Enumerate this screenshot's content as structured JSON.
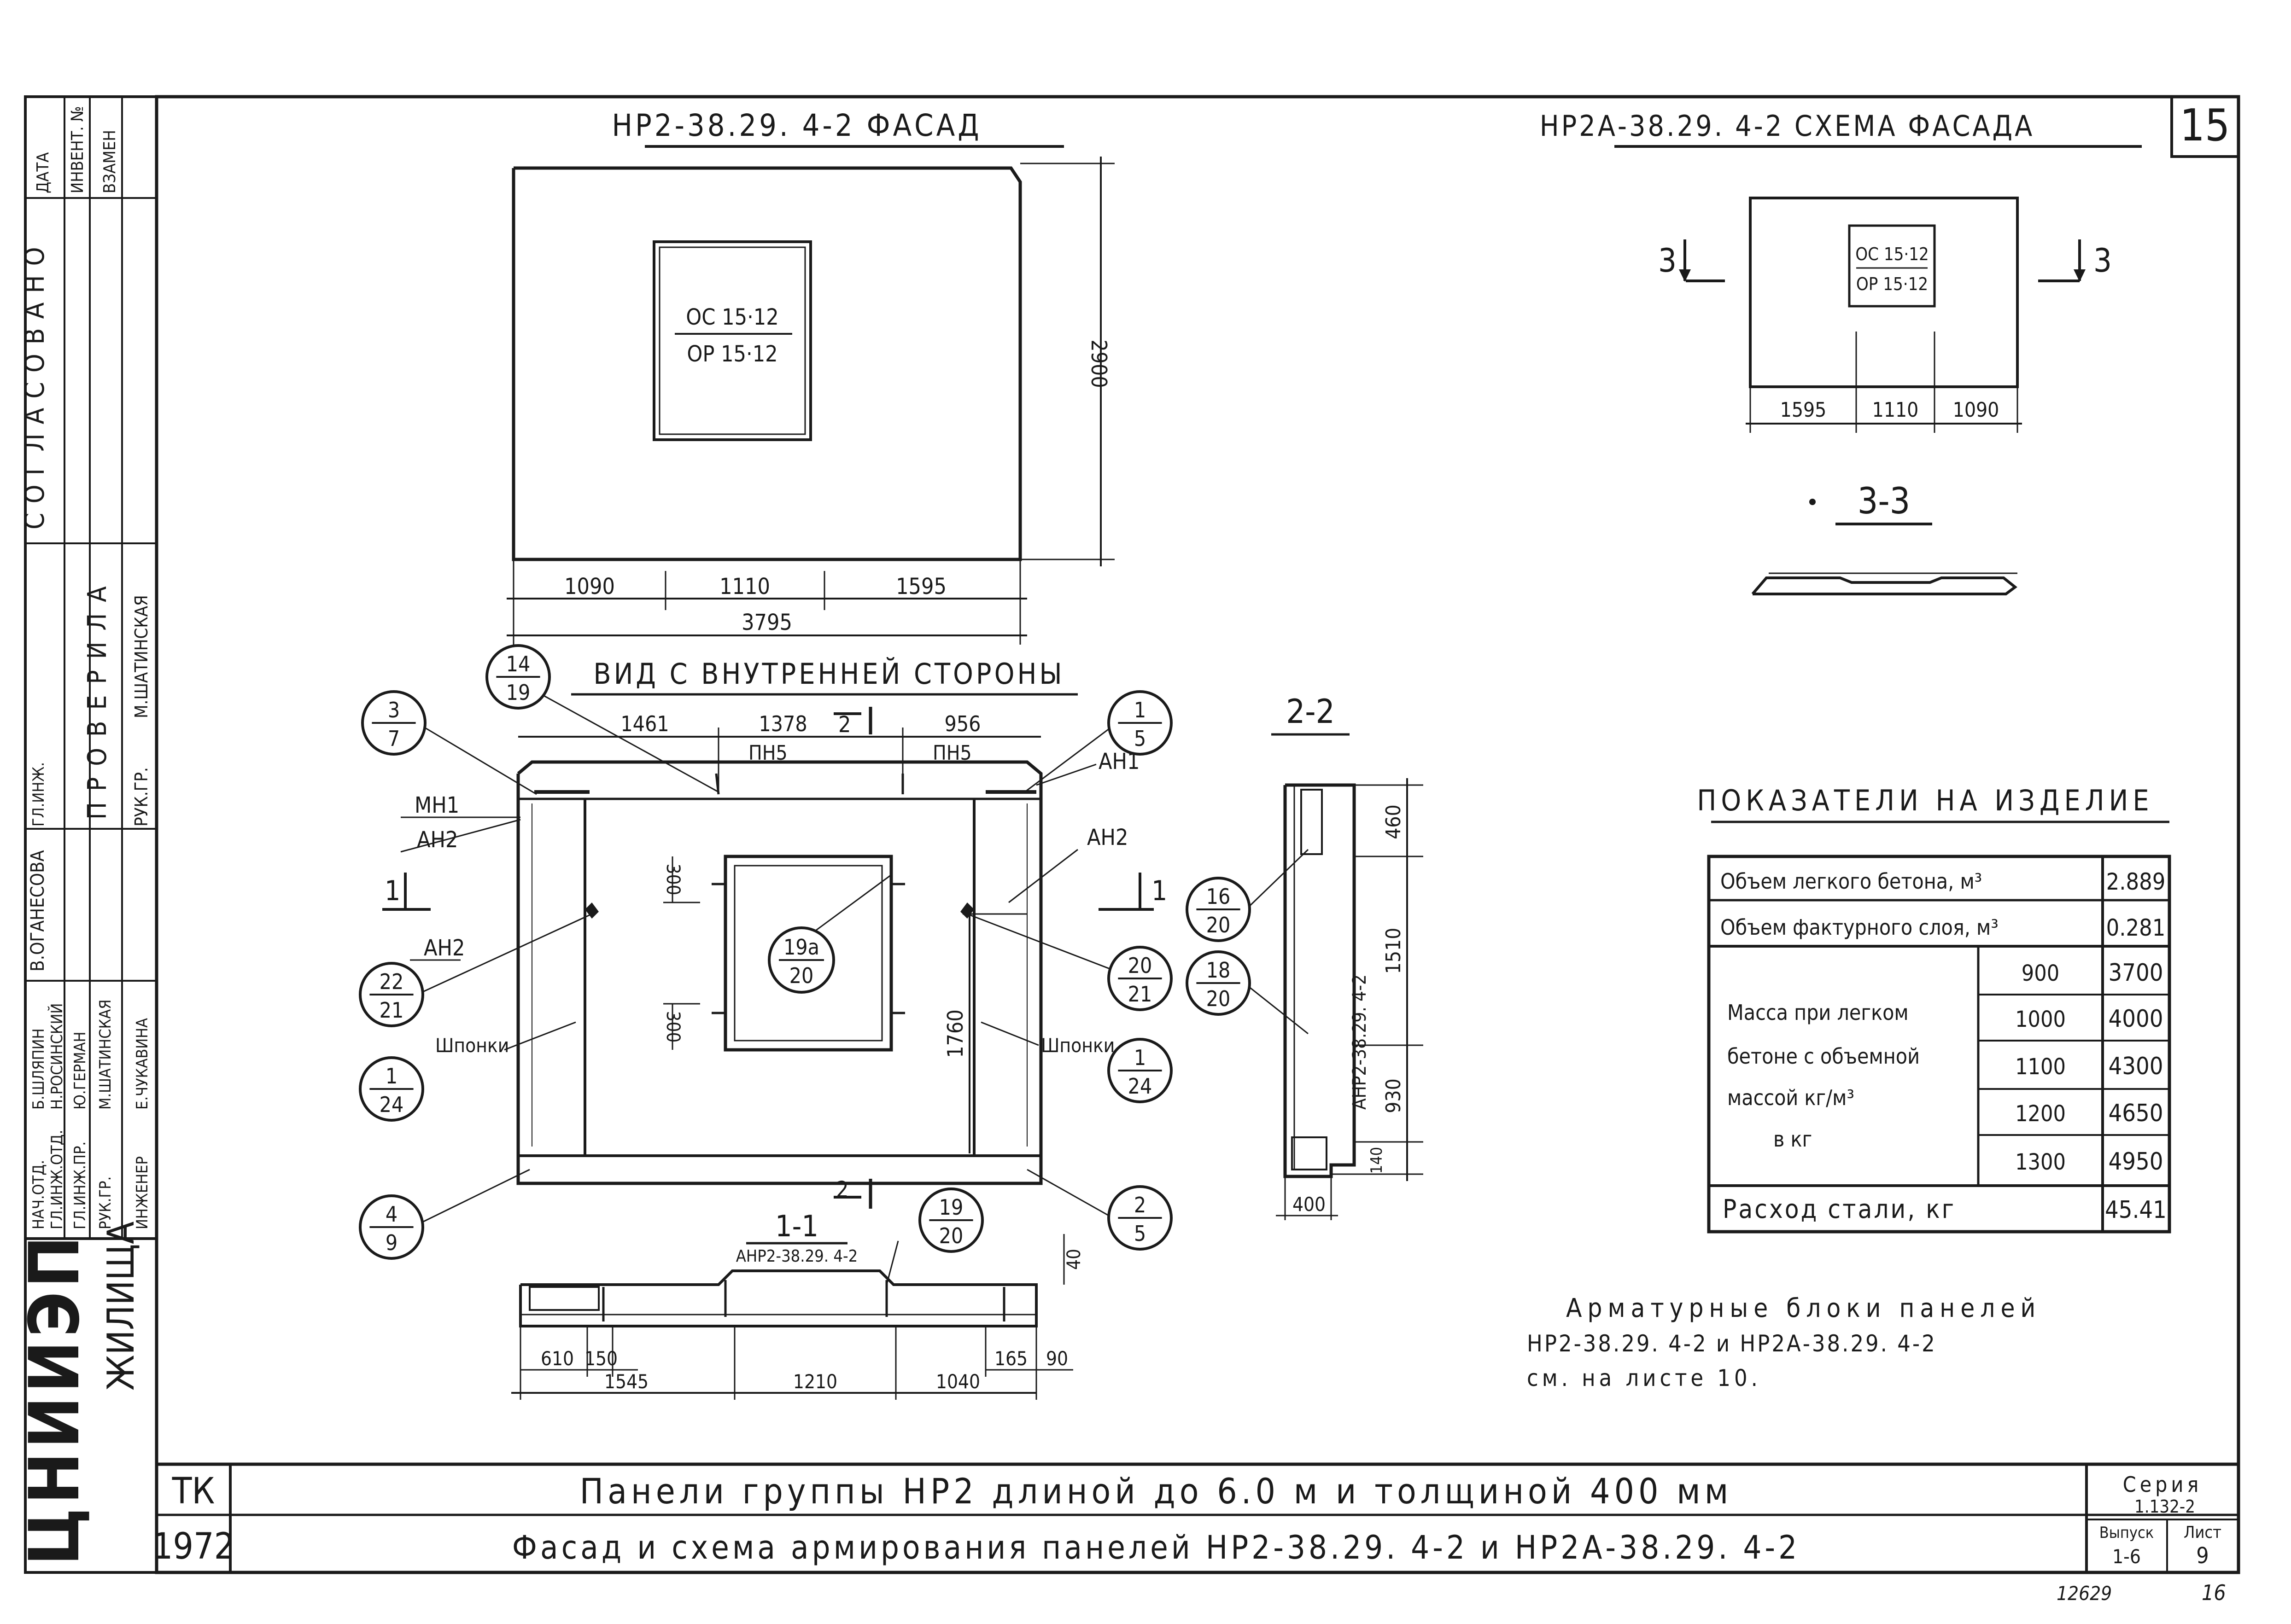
{
  "sheet_number": "15",
  "side_stamp": {
    "agreed_label": "СОГЛАСОВАНО",
    "columns": [
      "ДАТА",
      "ИНВЕНТ. №",
      "ВЗАМЕН"
    ],
    "checked_label": "ПРОВЕРИЛА",
    "signatories": [
      {
        "role": "НАЧ.ОТД.",
        "name": "Б.ШЛЯПИН",
        "extra": "ГЛ.ИНЖ."
      },
      {
        "role": "ГЛ.ИНЖ.ОТД.",
        "name": "Н.РОСИНСКИЙ"
      },
      {
        "role": "ГЛ.ИНЖ.ПР.",
        "name": "Ю.ГЕРМАН"
      },
      {
        "role": "РУК.ГР.",
        "name": "М.ШАТИНСКАЯ"
      },
      {
        "role": "ИНЖЕНЕР",
        "name": "Е.ЧУКАВИНА"
      }
    ],
    "checked_by": [
      "В.ОГАНЕСОВА",
      "М.ШАТИНСКАЯ"
    ],
    "checked_roles": [
      "РУК.ГР."
    ],
    "org_name": "ЖИЛИЩА",
    "org_logo_text": "ЦНИИЭП"
  },
  "facade": {
    "title": "НР2-38.29. 4-2 ФАСАД",
    "window_label_top": "ОС 15·12",
    "window_label_bottom": "ОР 15·12",
    "height_dim": "2900",
    "dims": [
      "1090",
      "1110",
      "1595"
    ],
    "total_dim": "3795"
  },
  "schema": {
    "title": "НР2А-38.29. 4-2 СХЕМА ФАСАДА",
    "window_label_top": "ОС 15·12",
    "window_label_bottom": "ОР 15·12",
    "dims": [
      "1595",
      "1110",
      "1090"
    ],
    "cut_mark": "3",
    "section_title": "3-3"
  },
  "inner_view": {
    "title": "ВИД С ВНУТРЕННЕЙ СТОРОНЫ",
    "top_dims": [
      "1461",
      "1378",
      "956"
    ],
    "cut2": "2",
    "cut1": "1",
    "pn_left": "ПН5",
    "pn_right": "ПН5",
    "labels": {
      "mn1": "МН1",
      "an2_left_top": "АН2",
      "an2_left": "АН2",
      "an1": "АН1",
      "an2_right": "АН2",
      "shponki_left": "Шпонки",
      "shponki_right": "Шпонки"
    },
    "window_dims": [
      "300",
      "300"
    ],
    "height_dim": "1760",
    "callouts": [
      {
        "id": "c-14-19",
        "top": "14",
        "bottom": "19"
      },
      {
        "id": "c-3-7",
        "top": "3",
        "bottom": "7"
      },
      {
        "id": "c-1-5",
        "top": "1",
        "bottom": "5"
      },
      {
        "id": "c-22-21",
        "top": "22",
        "bottom": "21"
      },
      {
        "id": "c-1-24-left",
        "top": "1",
        "bottom": "24"
      },
      {
        "id": "c-4-9",
        "top": "4",
        "bottom": "9"
      },
      {
        "id": "c-19a-20",
        "top": "19а",
        "bottom": "20"
      },
      {
        "id": "c-20-21",
        "top": "20",
        "bottom": "21"
      },
      {
        "id": "c-1-24-right",
        "top": "1",
        "bottom": "24"
      },
      {
        "id": "c-2-5",
        "top": "2",
        "bottom": "5"
      },
      {
        "id": "c-19-20",
        "top": "19",
        "bottom": "20"
      }
    ]
  },
  "section_1_1": {
    "title": "1-1",
    "subtitle": "АНР2-38.29. 4-2",
    "dims_top": [
      "610",
      "150"
    ],
    "dims_bottom": [
      "1545",
      "1210",
      "1040"
    ],
    "dims_right": [
      "165",
      "90"
    ],
    "dim_40": "40"
  },
  "section_2_2": {
    "title": "2-2",
    "vertical_label": "АНР2-38.29. 4-2",
    "dims": [
      "460",
      "1510",
      "930",
      "140"
    ],
    "width_dim": "400",
    "callouts": [
      {
        "id": "c-16-20",
        "top": "16",
        "bottom": "20"
      },
      {
        "id": "c-18-20",
        "top": "18",
        "bottom": "20"
      }
    ]
  },
  "indicators": {
    "title": "ПОКАЗАТЕЛИ НА ИЗДЕЛИЕ",
    "rows": [
      {
        "label": "Объем легкого бетона, м³",
        "value": "2.889"
      },
      {
        "label": "Объем фактурного слоя, м³",
        "value": "0.281"
      }
    ],
    "mass_label_lines": [
      "Масса при легком",
      "бетоне с объемной",
      "массой  кг/м³",
      "в кг"
    ],
    "mass_rows": [
      {
        "density": "900",
        "value": "3700"
      },
      {
        "density": "1000",
        "value": "4000"
      },
      {
        "density": "1100",
        "value": "4300"
      },
      {
        "density": "1200",
        "value": "4650"
      },
      {
        "density": "1300",
        "value": "4950"
      }
    ],
    "steel_label": "Расход  стали,  кг",
    "steel_value": "45.41"
  },
  "note_lines": [
    "Арматурные  блоки  панелей",
    "НР2-38.29. 4-2 и НР2А-38.29. 4-2",
    "см.  на  листе  10."
  ],
  "title_block": {
    "code": "ТК",
    "year": "1972",
    "line1": "Панели  группы  НР2  длиной  до  6.0 м  и  толщиной  400 мм",
    "line2": "Фасад  и  схема  армирования  панелей  НР2-38.29. 4-2  и  НР2А-38.29. 4-2",
    "series_label": "Серия",
    "series_value": "1.132-2",
    "issue_label": "Выпуск",
    "issue_value": "1-6",
    "sheet_label": "Лист",
    "sheet_value": "9"
  },
  "bottom_notes": {
    "archive": "12629",
    "page": "16"
  }
}
